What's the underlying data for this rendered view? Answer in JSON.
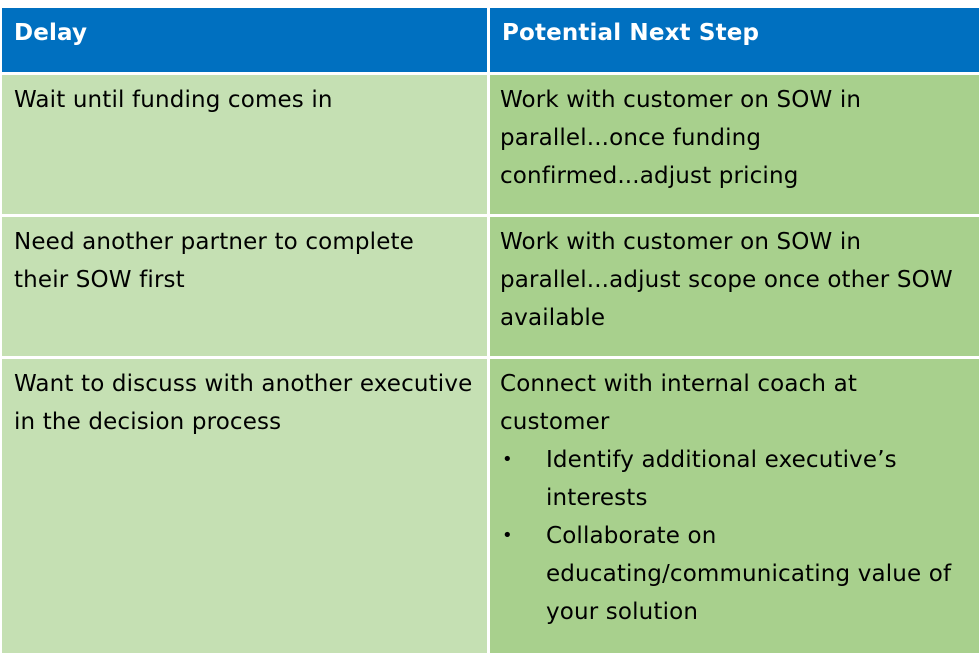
{
  "header": {
    "delay": "Delay",
    "next_step": "Potential Next Step"
  },
  "rows": [
    {
      "delay": "Wait until funding comes in",
      "next_step": "Work with customer on SOW in parallel...once funding confirmed...adjust pricing"
    },
    {
      "delay": "Need another partner to complete their SOW first",
      "next_step": "Work with customer on SOW in parallel...adjust scope once other SOW available"
    },
    {
      "delay": "Want to discuss with another executive in the decision process",
      "next_step": "Connect with internal coach at customer",
      "bullets": [
        "Identify additional executive’s interests",
        "Collaborate on educating/communicating value of your solution"
      ]
    }
  ],
  "colors": {
    "header": "#0070c0",
    "delay_column": "#c5e0b3",
    "next_step_column": "#a8d08d"
  }
}
